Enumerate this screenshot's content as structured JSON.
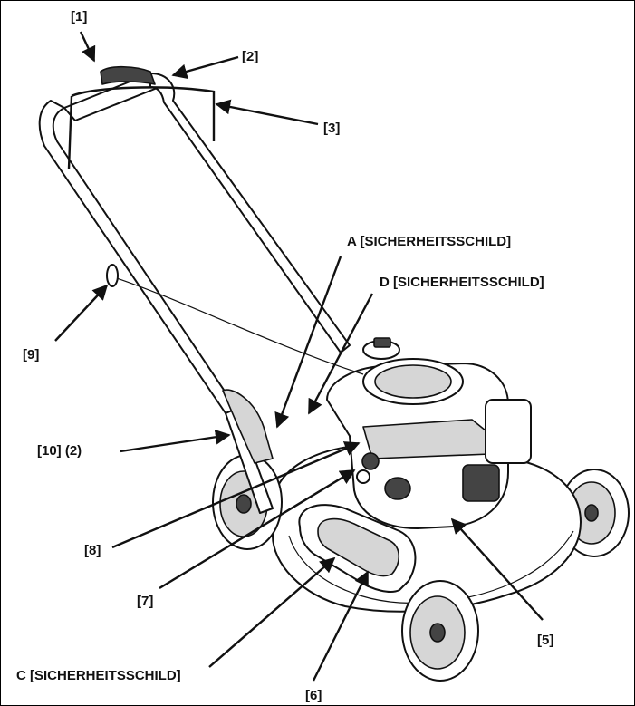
{
  "labels": {
    "l1": "[1]",
    "l2": "[2]",
    "l3": "[3]",
    "lA": "A [SICHERHEITSSCHILD]",
    "lD": "D [SICHERHEITSSCHILD]",
    "l9": "[9]",
    "l10": "[10] (2)",
    "l8": "[8]",
    "l7": "[7]",
    "l5": "[5]",
    "lC": "C [SICHERHEITSSCHILD]",
    "l6": "[6]"
  }
}
